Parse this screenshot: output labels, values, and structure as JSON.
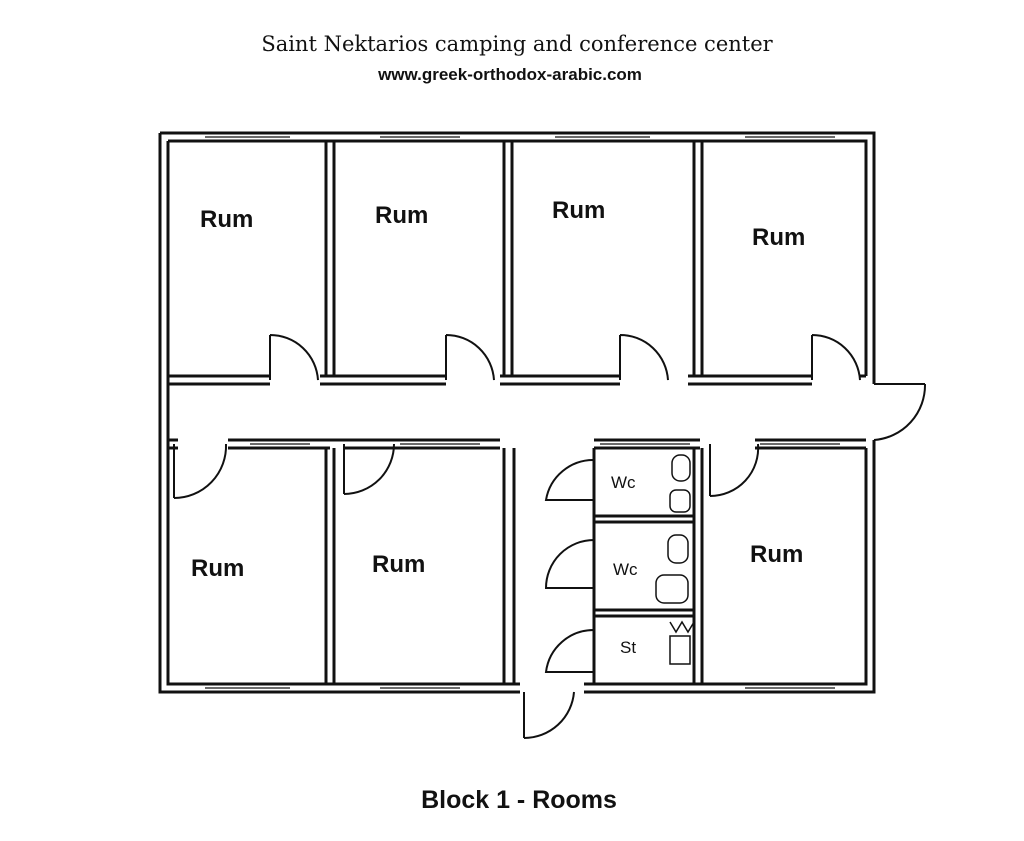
{
  "header": {
    "title": "Saint Nektarios camping and conference center",
    "url": "www.greek-orthodox-arabic.com"
  },
  "plan": {
    "rooms": [
      {
        "label": "Rum"
      },
      {
        "label": "Rum"
      },
      {
        "label": "Rum"
      },
      {
        "label": "Rum"
      },
      {
        "label": "Rum"
      },
      {
        "label": "Rum"
      },
      {
        "label": "Rum"
      }
    ],
    "utility": [
      {
        "label": "Wc"
      },
      {
        "label": "Wc"
      },
      {
        "label": "St"
      }
    ]
  },
  "caption": "Block 1 - Rooms"
}
